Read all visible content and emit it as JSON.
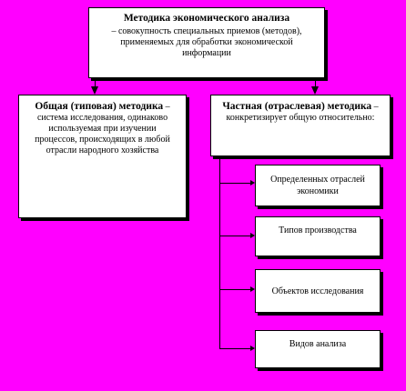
{
  "top": {
    "title": "Методика экономического анализа",
    "text": "– совокупность специальных приемов (методов), применяемых для обработки экономической информации"
  },
  "general": {
    "title": "Общая (типовая) методика",
    "text": " – система исследования, одинаково используемая при изучении процессов, происходящих в любой отрасли народного хозяйства"
  },
  "specific": {
    "title": "Частная (отраслевая) методика",
    "text": " – конкретизирует общую относительно:"
  },
  "items": [
    "Определенных отраслей экономики",
    "Типов производства",
    "Объектов исследования",
    "Видов анализа"
  ]
}
